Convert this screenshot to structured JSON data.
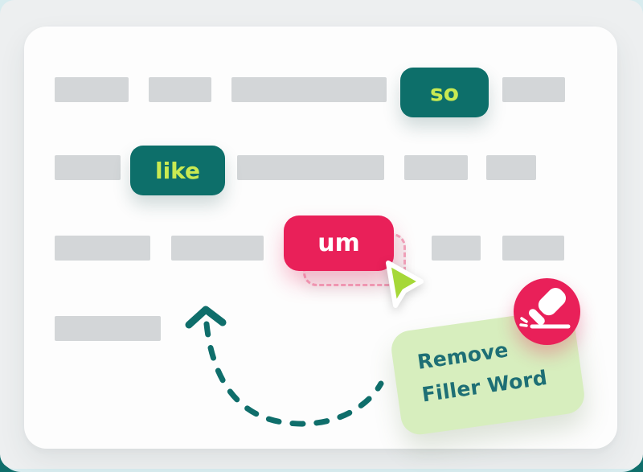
{
  "illustration": {
    "filler_words": [
      {
        "text": "so"
      },
      {
        "text": "like"
      },
      {
        "text": "um"
      }
    ],
    "action_card": {
      "line1": "Remove",
      "line2": "Filler Word",
      "icon": "eraser-icon"
    }
  },
  "colors": {
    "page_teal": "#0f6e6b",
    "bg_cyan": "#d8ecef",
    "bg_gray": "#edeff0",
    "card_white": "#fdfdfd",
    "bar_gray": "#d3d6d8",
    "pill_teal": "#0d6f6a",
    "lime_text": "#c9ea52",
    "pink": "#e92059",
    "ghost_fill": "#f4eef0",
    "ghost_dash": "#f0a5bc",
    "cursor_lime": "#a6d838",
    "action_green": "#d7eebe",
    "action_text": "#1e6f75"
  }
}
